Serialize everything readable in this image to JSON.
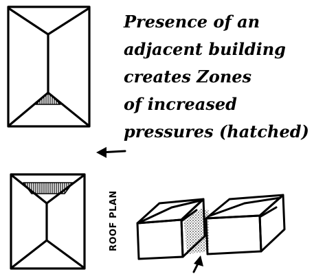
{
  "note_lines": [
    "Presence of an",
    "adjacent building",
    "creates Zones",
    "of increased",
    "pressures (hatched)"
  ],
  "side_label": "ROOF PLAN",
  "icons": {
    "left_arrow": "arrow-left-icon",
    "up_arrow": "arrow-up-icon"
  }
}
